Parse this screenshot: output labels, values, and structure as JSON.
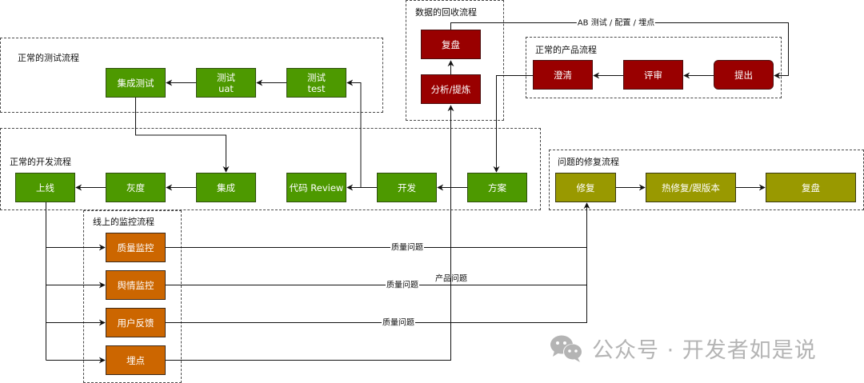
{
  "colors": {
    "dev_green": "#4d9900",
    "data_red": "#990000",
    "monitor_orange": "#cc6600",
    "fix_olive": "#999900",
    "watermark_gray": "#b4b4b4"
  },
  "groups": {
    "test": {
      "label": "正常的测试流程"
    },
    "data_recovery": {
      "label": "数据的回收流程"
    },
    "product": {
      "label": "正常的产品流程"
    },
    "dev": {
      "label": "正常的开发流程"
    },
    "fix": {
      "label": "问题的修复流程"
    },
    "monitor": {
      "label": "线上的监控流程"
    }
  },
  "nodes": {
    "integration_test": {
      "line1": "集成测试"
    },
    "test_uat": {
      "line1": "测试",
      "line2": "uat"
    },
    "test_test": {
      "line1": "测试",
      "line2": "test"
    },
    "data_review": {
      "line1": "复盘"
    },
    "analyze_refine": {
      "line1": "分析/提炼"
    },
    "clarify": {
      "line1": "澄清"
    },
    "evaluate": {
      "line1": "评审"
    },
    "propose": {
      "line1": "提出"
    },
    "release": {
      "line1": "上线"
    },
    "gray": {
      "line1": "灰度"
    },
    "integrate": {
      "line1": "集成"
    },
    "code_review": {
      "line1": "代码 Review"
    },
    "develop": {
      "line1": "开发"
    },
    "plan": {
      "line1": "方案"
    },
    "repair": {
      "line1": "修复"
    },
    "hotfix": {
      "line1": "热修复/跟版本"
    },
    "fix_review": {
      "line1": "复盘"
    },
    "quality_monitor": {
      "line1": "质量监控"
    },
    "sentiment_monitor": {
      "line1": "舆情监控"
    },
    "user_feedback": {
      "line1": "用户反馈"
    },
    "tracking": {
      "line1": "埋点"
    }
  },
  "edge_labels": {
    "ab_test": "AB 测试 / 配置 / 埋点",
    "quality_issue_1": "质量问题",
    "quality_issue_2": "质量问题",
    "quality_issue_3": "质量问题",
    "product_issue": "产品问题"
  },
  "watermark": {
    "icon": "wechat-icon",
    "text": "公众号 · 开发者如是说"
  }
}
